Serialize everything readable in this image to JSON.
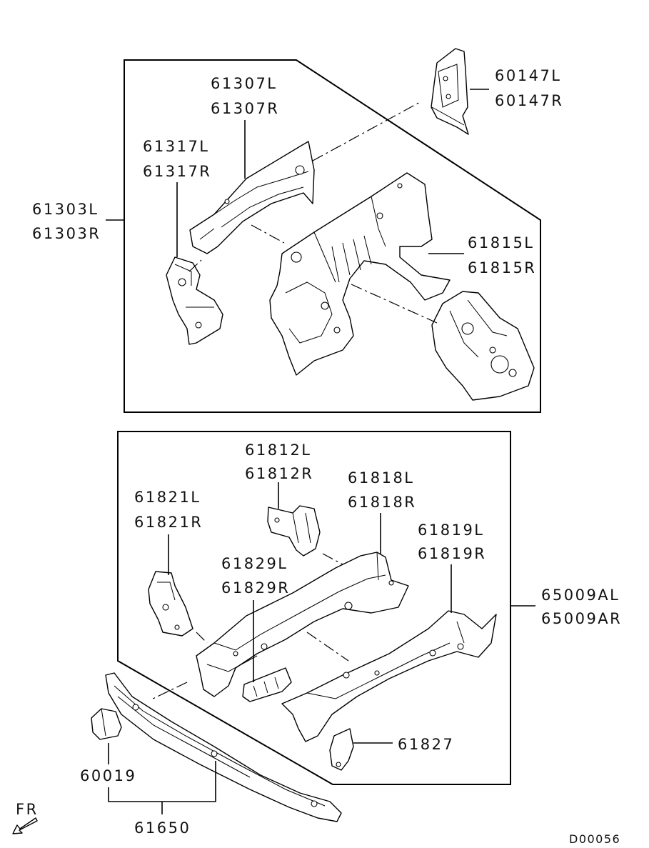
{
  "labels": {
    "p60147L": "60147L",
    "p60147R": "60147R",
    "p61307L": "61307L",
    "p61307R": "61307R",
    "p61317L": "61317L",
    "p61317R": "61317R",
    "p61303L": "61303L",
    "p61303R": "61303R",
    "p61815L": "61815L",
    "p61815R": "61815R",
    "p61812L": "61812L",
    "p61812R": "61812R",
    "p61818L": "61818L",
    "p61818R": "61818R",
    "p61821L": "61821L",
    "p61821R": "61821R",
    "p61819L": "61819L",
    "p61819R": "61819R",
    "p61829L": "61829L",
    "p61829R": "61829R",
    "p65009AL": "65009AL",
    "p65009AR": "65009AR",
    "p61827": "61827",
    "p60019": "60019",
    "p61650": "61650",
    "fr": "FR",
    "diagramCode": "D00056"
  },
  "colors": {
    "line": "#000000",
    "background": "#ffffff"
  }
}
